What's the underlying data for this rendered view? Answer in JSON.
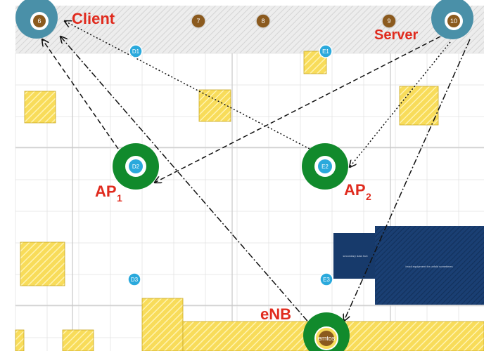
{
  "labels": {
    "client": "Client",
    "server": "Server",
    "ap1": "AP",
    "ap1_sub": "1",
    "ap2": "AP",
    "ap2_sub": "2",
    "enb": "eNB"
  },
  "node_ids": {
    "client": "6",
    "n7": "7",
    "n8": "8",
    "n9": "9",
    "server": "10",
    "ap1": "D2",
    "ap2": "E2",
    "enb": "emtos"
  },
  "reference_points": {
    "d1": "D1",
    "e1": "E1",
    "d3": "D3",
    "e3": "E3"
  },
  "blocks": {
    "small": "secondary data hub",
    "large": "Irradi equipment for unfold sometimes"
  },
  "colors": {
    "client_server_ring": "#4a90a8",
    "ap_ring": "#118a2c",
    "label_red": "#e02b1e",
    "node_brown": "#8b5a1e",
    "ref_blue": "#2aa9dc",
    "block_navy": "#173a6b",
    "obstacle_yellow": "#f7d94c"
  }
}
